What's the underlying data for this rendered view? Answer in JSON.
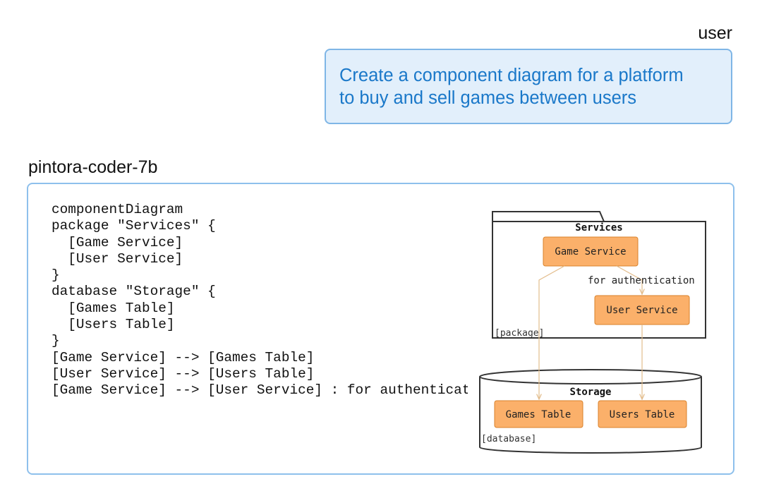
{
  "conversation": {
    "user_role": "user",
    "user_message_line1": "Create a component diagram for a platform",
    "user_message_line2": "to buy and sell games between users",
    "assistant_role": "pintora-coder-7b"
  },
  "code": {
    "lines": [
      "componentDiagram",
      "package \"Services\" {",
      "  [Game Service]",
      "  [User Service]",
      "}",
      "database \"Storage\" {",
      "  [Games Table]",
      "  [Users Table]",
      "}",
      "[Game Service] --> [Games Table]",
      "[User Service] --> [Users Table]",
      "[Game Service] --> [User Service] : for authentication"
    ]
  },
  "diagram": {
    "package_title": "Services",
    "package_stereotype": "[package]",
    "database_title": "Storage",
    "database_stereotype": "[database]",
    "components": {
      "game_service": "Game Service",
      "user_service": "User Service",
      "games_table": "Games Table",
      "users_table": "Users Table"
    },
    "edge_label": "for authentication",
    "colors": {
      "component_fill": "#fbb06a",
      "component_border": "#d9822b",
      "edge": "#e3bd8d",
      "container_stroke": "#333333"
    }
  }
}
